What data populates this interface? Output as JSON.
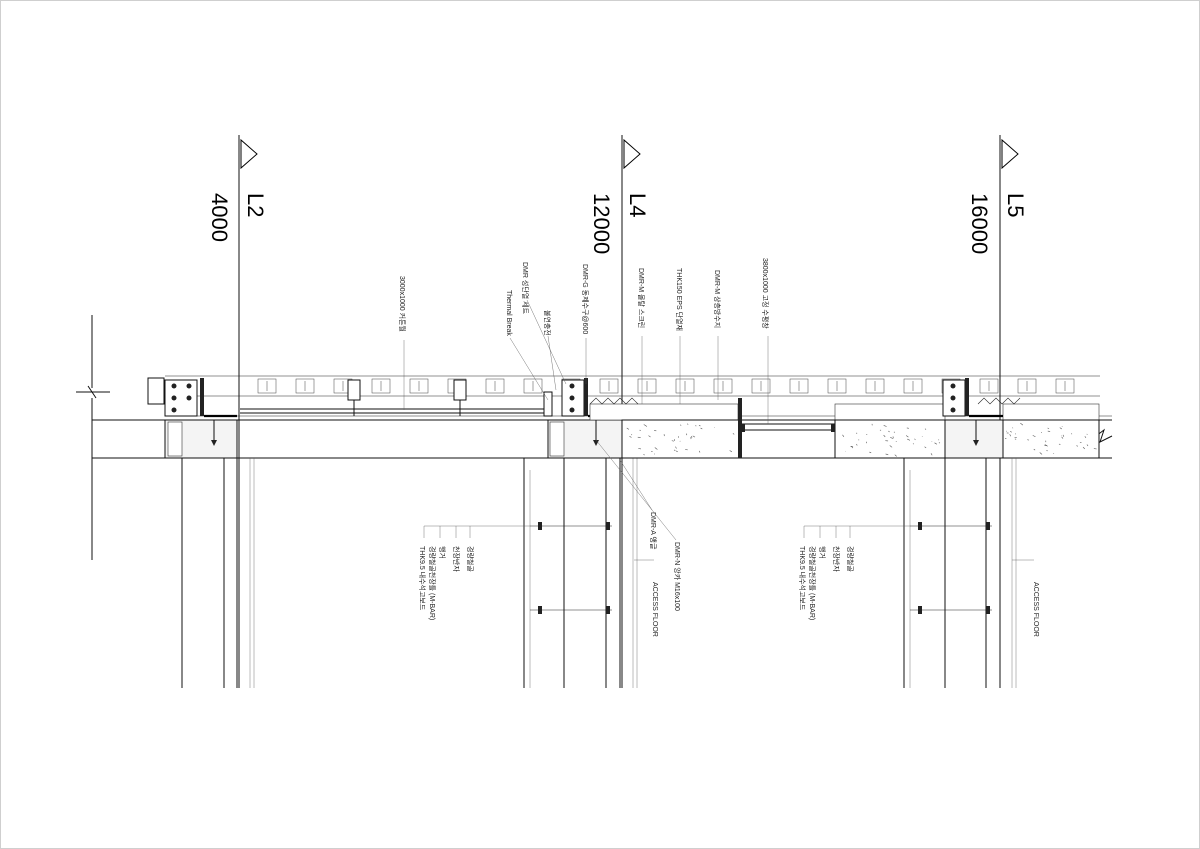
{
  "levels": [
    {
      "name": "L2",
      "elevation": "4000"
    },
    {
      "name": "L4",
      "elevation": "12000"
    },
    {
      "name": "L5",
      "elevation": "16000"
    }
  ],
  "notes": {
    "curtain_wall": "3000x1000 커튼월",
    "dmr_insulation_set": "DMR 성단열 세트",
    "thermal_break": "Thermal Break",
    "fire_fill": "불연충전",
    "dmr_g": "DMR-G 동제수구@600",
    "dmr_m_screen": "DMR-M 몰탈 스크린",
    "eps": "THK150 EPS 단열재",
    "dmr_m_drain": "DMR-M 상층방수지",
    "fixed_window": "3800x1000 고정 수평창",
    "dmr_a": "DMR-A 앵글",
    "dmr_n": "DMR-N 앙카 M16x100",
    "access_floor_1": "ACCESS FLOOR",
    "access_floor_2": "ACCESS FLOOR",
    "ceiling_a": {
      "l1": "경량철골",
      "l2": "천장반자",
      "l3": "행거",
      "l4": "경량철골천장틀 (M-BAR)",
      "l5": "THK9.5 내수석고보드"
    },
    "ceiling_b": {
      "l1": "경량철골",
      "l2": "천장반자",
      "l3": "행거",
      "l4": "경량철골천장틀 (M-BAR)",
      "l5": "THK9.5 내수석고보드"
    }
  }
}
